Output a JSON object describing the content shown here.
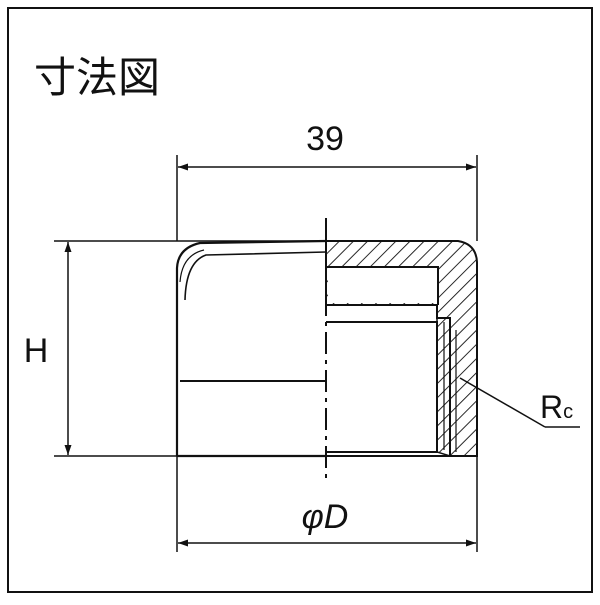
{
  "title": "寸法図",
  "dimensions": {
    "width_label": "39",
    "height_label": "H",
    "diameter_label": "φD",
    "thread_label_main": "R",
    "thread_label_sub": "c"
  },
  "colors": {
    "line": "#111111",
    "background": "#ffffff"
  }
}
